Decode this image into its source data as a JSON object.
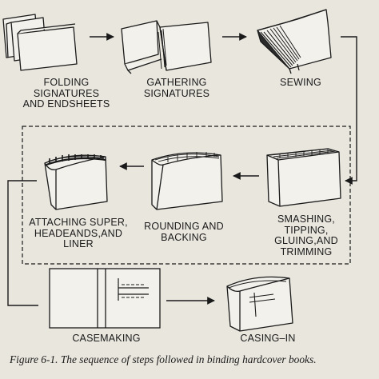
{
  "steps": {
    "folding": "FOLDING\nSIGNATURES\nAND ENDSHEETS",
    "gathering": "GATHERING\nSIGNATURES",
    "sewing": "SEWING",
    "smashing": "SMASHING,\nTIPPING,\nGLUING,AND\nTRIMMING",
    "rounding": "ROUNDING AND\nBACKING",
    "attaching": "ATTACHING SUPER,\nHEADEANDS,AND\nLINER",
    "casemaking": "CASEMAKING",
    "casing_in": "CASING–IN"
  },
  "caption": "Figure 6-1. The sequence of steps followed in binding hardcover books.",
  "colors": {
    "ink": "#1a1a1a",
    "paper": "#e9e6de",
    "fill": "#f3f1ec"
  }
}
